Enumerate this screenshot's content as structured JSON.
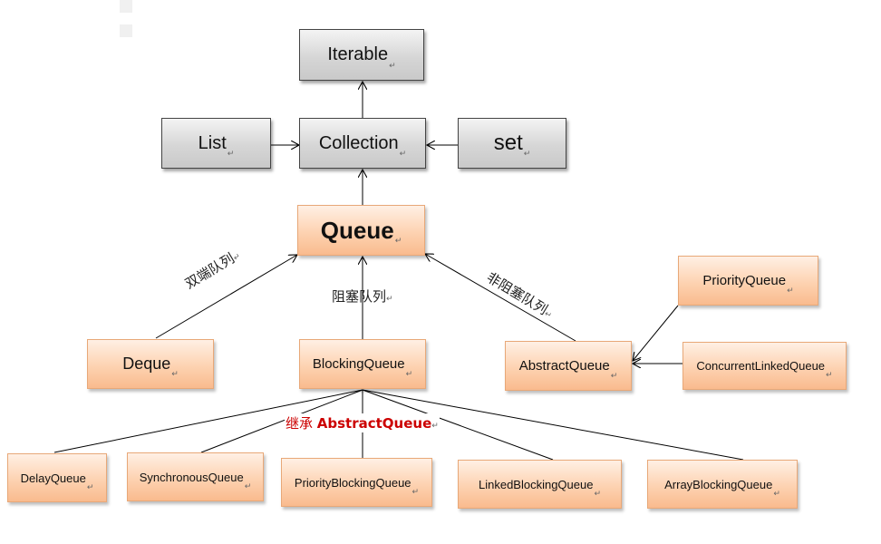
{
  "nodes": {
    "iterable": {
      "label": "Iterable"
    },
    "collection": {
      "label": "Collection"
    },
    "list": {
      "label": "List"
    },
    "set": {
      "label": "set"
    },
    "queue": {
      "label": "Queue"
    },
    "deque": {
      "label": "Deque"
    },
    "blocking_queue": {
      "label": "BlockingQueue"
    },
    "abstract_queue": {
      "label": "AbstractQueue"
    },
    "priority_queue": {
      "label": "PriorityQueue"
    },
    "concurrent_linked_queue": {
      "label": "ConcurrentLinkedQueue"
    },
    "delay_queue": {
      "label": "DelayQueue"
    },
    "synchronous_queue": {
      "label": "SynchronousQueue"
    },
    "priority_blocking_queue": {
      "label": "PriorityBlockingQueue"
    },
    "linked_blocking_queue": {
      "label": "LinkedBlockingQueue"
    },
    "array_blocking_queue": {
      "label": "ArrayBlockingQueue"
    }
  },
  "edge_labels": {
    "deque": "双端队列",
    "blocking": "阻塞队列",
    "non_blocking": "非阻塞队列",
    "inherit_prefix": "继承 ",
    "inherit_class": "AbstractQueue"
  },
  "paragraph_mark": "↵",
  "colors": {
    "gray_node": "#d6d6d6",
    "orange_node": "#fdd2b1",
    "inherit_text": "#cc0000",
    "line": "#000000"
  }
}
